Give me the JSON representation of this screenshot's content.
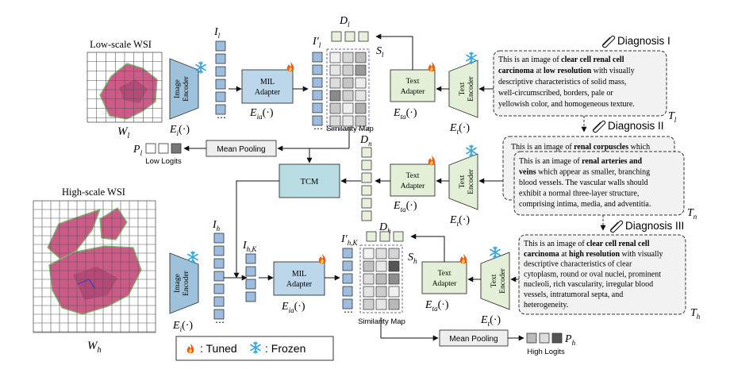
{
  "wsi": {
    "low_title": "Low-scale WSI",
    "high_title": "High-scale WSI",
    "low_symbol": "W",
    "low_sub": "l",
    "high_symbol": "W",
    "high_sub": "h"
  },
  "encoders": {
    "image_encoder_label": [
      "Image",
      "Encoder"
    ],
    "text_encoder_label": [
      "Text",
      "Encoder"
    ],
    "image_formula": "E",
    "image_formula_sub": "i",
    "text_formula_sub": "t",
    "arg": "(·)"
  },
  "adapters": {
    "mil_label": [
      "MIL",
      "Adapter"
    ],
    "mil_formula_sub": "ia",
    "text_label": [
      "Text",
      "Adapter"
    ],
    "text_formula_sub": "ta"
  },
  "features": {
    "I_l": "I",
    "I_l_sub": "l",
    "I_l_prime_sub": "l",
    "I_h_sub": "h",
    "I_hK_sub": "h,K",
    "D_l_sub": "l",
    "D_n_sub": "n",
    "D_h_sub": "h",
    "S_l_sub": "l",
    "S_h_sub": "h",
    "T_l_sub": "l",
    "T_n_sub": "n",
    "T_h_sub": "h"
  },
  "similarity_map_label": "Similarity Map",
  "mean_pooling_label": "Mean Pooling",
  "tcm_label": "TCM",
  "low_logits": {
    "symbol": "P",
    "sub": "l",
    "label": "Low Logits"
  },
  "high_logits": {
    "symbol": "P",
    "sub": "h",
    "label": "High Logits"
  },
  "diagnoses": [
    {
      "title": "Diagnosis I",
      "lines": [
        [
          {
            "t": "This is an image of ",
            "b": false
          },
          {
            "t": "clear cell renal cell",
            "b": true
          }
        ],
        [
          {
            "t": "carcinoma",
            "b": true
          },
          {
            "t": " at ",
            "b": false
          },
          {
            "t": "low resolution",
            "b": true
          },
          {
            "t": " with visually",
            "b": false
          }
        ],
        [
          {
            "t": "descriptive characteristics of solid mass,",
            "b": false
          }
        ],
        [
          {
            "t": "well-circumscribed, borders, pale or",
            "b": false
          }
        ],
        [
          {
            "t": "yellowish color, and homogeneous texture.",
            "b": false
          }
        ]
      ]
    },
    {
      "title": "Diagnosis II",
      "back_line": [
        {
          "t": "This is an image of ",
          "b": false
        },
        {
          "t": "renal corpuscles",
          "b": true
        },
        {
          "t": " which",
          "b": false
        }
      ],
      "lines": [
        [
          {
            "t": "This is an image of ",
            "b": false
          },
          {
            "t": "renal arteries and",
            "b": true
          }
        ],
        [
          {
            "t": "veins",
            "b": true
          },
          {
            "t": " which appear as smaller, branching",
            "b": false
          }
        ],
        [
          {
            "t": "blood vessels. The vascular walls should",
            "b": false
          }
        ],
        [
          {
            "t": "exhibit a normal three-layer structure,",
            "b": false
          }
        ],
        [
          {
            "t": "comprising intima, media, and adventitia.",
            "b": false
          }
        ]
      ]
    },
    {
      "title": "Diagnosis III",
      "lines": [
        [
          {
            "t": "This is an image of ",
            "b": false
          },
          {
            "t": "clear cell renal cell",
            "b": true
          }
        ],
        [
          {
            "t": "carcinoma",
            "b": true
          },
          {
            "t": " at ",
            "b": false
          },
          {
            "t": "high resolution",
            "b": true
          },
          {
            "t": " with visually",
            "b": false
          }
        ],
        [
          {
            "t": "descriptive characteristics of clear",
            "b": false
          }
        ],
        [
          {
            "t": "cytoplasm, round or oval nuclei, prominent",
            "b": false
          }
        ],
        [
          {
            "t": "nucleoli, rich vascularity, irregular blood",
            "b": false
          }
        ],
        [
          {
            "t": "vessels, intratumoral septa, and",
            "b": false
          }
        ],
        [
          {
            "t": "heterogeneity.",
            "b": false
          }
        ]
      ]
    }
  ],
  "legend": {
    "tuned": ": Tuned",
    "frozen": ": Frozen"
  },
  "colors": {
    "encoder_fill": "#9ec2dc",
    "text_encoder_fill": "#e3efd6",
    "adapter_fill": "#bcd6ea",
    "text_adapter_fill": "#e3efd6",
    "tcm_fill": "#b7dce2",
    "feature_fill": "#9cbde0",
    "text_feature_fill": "#e6f0da",
    "pool_fill": "#eeeeee",
    "tissue": "#cc5c87"
  }
}
